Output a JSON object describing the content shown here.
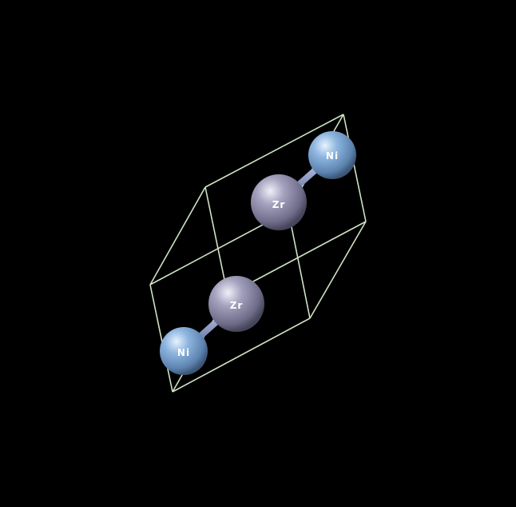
{
  "viewer": {
    "background": "#000000",
    "cell_color": "#cfe3c4"
  },
  "atoms": [
    {
      "id": "ni-top",
      "element": "Ni",
      "label": "Ni",
      "color": "#7ea8d4"
    },
    {
      "id": "zr-top",
      "element": "Zr",
      "label": "Zr",
      "color": "#9a98b2"
    },
    {
      "id": "zr-bottom",
      "element": "Zr",
      "label": "Zr",
      "color": "#9a98b2"
    },
    {
      "id": "ni-bottom",
      "element": "Ni",
      "label": "Ni",
      "color": "#7ea8d4"
    }
  ],
  "bonds": [
    {
      "from": "ni-top",
      "to": "zr-top"
    },
    {
      "from": "zr-bottom",
      "to": "ni-bottom"
    }
  ]
}
